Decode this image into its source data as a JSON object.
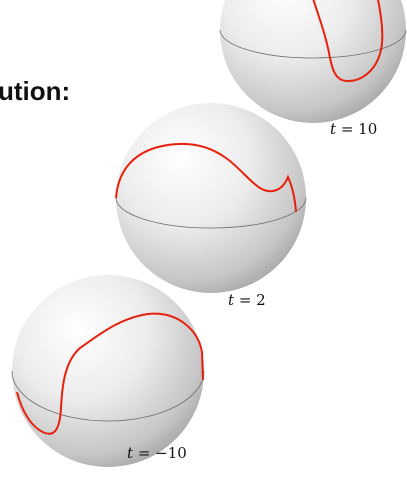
{
  "heading": "ution:",
  "panels": [
    {
      "id": "top",
      "t_var": "t",
      "t_eq": "=",
      "t_value": "10"
    },
    {
      "id": "middle",
      "t_var": "t",
      "t_eq": "=",
      "t_value": "2"
    },
    {
      "id": "bottom",
      "t_var": "t",
      "t_eq": "=",
      "t_value": "−10"
    }
  ],
  "colors": {
    "curve": "#e8200c",
    "sphere_light": "#ffffff",
    "sphere_dark": "#9a9a9a",
    "equator": "#6e6e6e",
    "text": "#111111"
  }
}
